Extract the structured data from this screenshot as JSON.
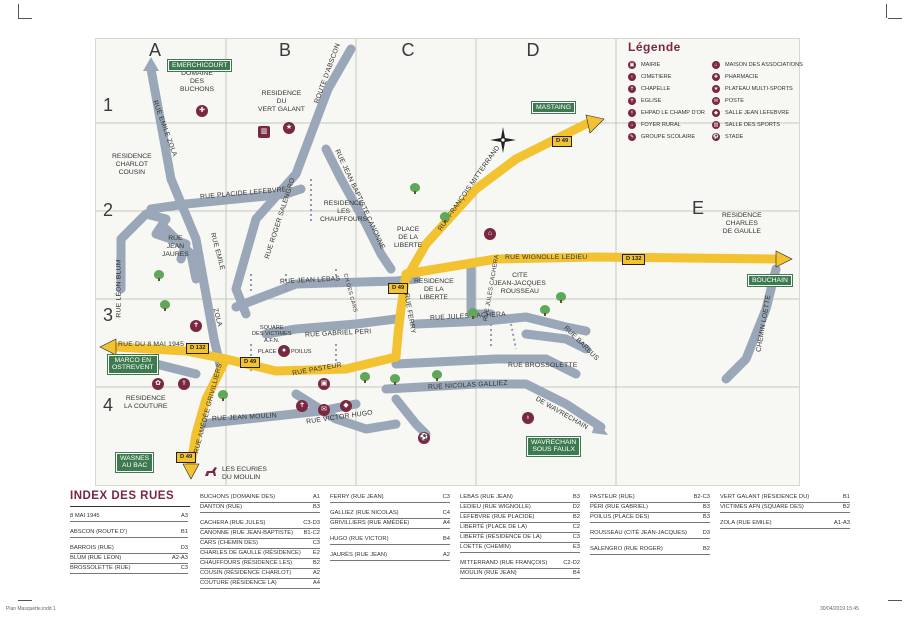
{
  "columns": [
    "A",
    "B",
    "C",
    "D"
  ],
  "rows": [
    "1",
    "2",
    "3",
    "4"
  ],
  "zone_e": "E",
  "streets": {
    "route_abscon": "Route d'Abscon",
    "emile_zola_top": "Rue Emile Zola",
    "emile_zola_mid": "Rue Emile",
    "zola": "Zola",
    "placide_lefebvre": "Rue Placide Lefebvre",
    "roger_salengro": "Rue Roger Salengro",
    "jean_baptiste_canonne": "Rue Jean Baptiste Canonne",
    "francois_mitterrand": "Rue François Mitterrand",
    "wignolle_ledieu": "Rue Wignolle Ledieu",
    "leon_blum": "Rue Léon Blum",
    "jean_lebas": "Rue Jean Lebas",
    "des_cars": "Ch des Cars",
    "ferry": "Rue Ferry",
    "jules_cachera_v": "Rue Jules Cachera",
    "jules_cachera_h": "Rue Jules Cachera",
    "gabriel_peri": "Rue Gabriel Peri",
    "barbus": "Rue Barbus",
    "du_8_mai": "Rue du 8 Mai 1945",
    "pasteur": "Rue Pasteur",
    "brossolette": "Rue Brossolette",
    "amedee_grivilliers": "Rue Amédée Grivilliers",
    "nicolas_galliez": "Rue Nicolas Galliez",
    "de_wavrechain": "de Wavrechain",
    "jean_moulin": "Rue Jean Moulin",
    "victor_hugo": "Rue Victor Hugo",
    "loette": "Chemin Loette"
  },
  "places": {
    "buchons": [
      "Domaine",
      "des",
      "Buchons"
    ],
    "vert_galant": [
      "Residence",
      "du",
      "Vert Galant"
    ],
    "charlot_cousin": [
      "Residence",
      "Charlot",
      "Cousin"
    ],
    "jean_jaures": [
      "Rue",
      "Jean",
      "Jaures"
    ],
    "chauffours": [
      "Residence",
      "Les",
      "Chauffours"
    ],
    "place_liberte": [
      "Place",
      "de la",
      "Liberte"
    ],
    "res_liberte": [
      "Residence",
      "de la",
      "Liberte"
    ],
    "cite_rousseau": [
      "Cite",
      "Jean-Jacques",
      "Rousseau"
    ],
    "charles_de_gaulle": [
      "Residence",
      "Charles",
      "de Gaulle"
    ],
    "square_victimes": [
      "Square",
      "des Victimes",
      "A.F.N."
    ],
    "place_poilus": [
      "Place des Poilus"
    ],
    "couture": [
      "Residence",
      "La Couture"
    ],
    "ecuries": [
      "Les Ecuries",
      "du Moulin"
    ]
  },
  "signs": {
    "emerchicourt": "Emerchicourt",
    "mastaing": "Mastaing",
    "bouchain": "Bouchain",
    "marco": [
      "Marco en",
      "Ostrevent"
    ],
    "wasnes": [
      "Wasnes",
      "au Bac"
    ],
    "wavrechain": [
      "Wavrechain",
      "sous Faulx"
    ]
  },
  "road_badges": {
    "d49_ne": "D 49",
    "d132_e": "D 132",
    "d49_center": "D 49",
    "d132_w": "D 132",
    "d49_w": "D 49",
    "d49_s": "D 49"
  },
  "legend": {
    "title": "Légende",
    "col1": [
      "Mairie",
      "Cimetiere",
      "Chapelle",
      "Eglise",
      "EHPAD Le Champ d'Or",
      "Foyer Rural",
      "Groupe Scolaire"
    ],
    "col2": [
      "Maison des associations",
      "Pharmacie",
      "Plateau multi-sports",
      "Poste",
      "Salle Jean Lefebvre",
      "Salle des sports",
      "Stade"
    ]
  },
  "index": {
    "title": "Index des rues",
    "columns": [
      [
        {
          "name": "8 Mai 1945",
          "ref": "A3"
        },
        {
          "gap": true
        },
        {
          "name": "Abscon (Route d')",
          "ref": "B1"
        },
        {
          "gap": true
        },
        {
          "name": "Barrois (Rue)",
          "ref": "D3"
        },
        {
          "name": "Blum (Rue Léon)",
          "ref": "A2-A3"
        },
        {
          "name": "Brossolette (Rue)",
          "ref": "C3"
        }
      ],
      [
        {
          "name": "Buchons (Domaine des)",
          "ref": "A1"
        },
        {
          "name": "Danton (Rue)",
          "ref": "B3"
        },
        {
          "gap": true
        },
        {
          "name": "Cachera (Rue Jules)",
          "ref": "C3-D3"
        },
        {
          "name": "Canonne (Rue Jean-Baptiste)",
          "ref": "B1-C2"
        },
        {
          "name": "Cars (Chemin des)",
          "ref": "C3"
        },
        {
          "name": "Charles de Gaulle (Résidence)",
          "ref": "E2"
        },
        {
          "name": "Chauffours (Résidence Les)",
          "ref": "B2"
        },
        {
          "name": "Cousin (Résidence Charlot)",
          "ref": "A2"
        },
        {
          "name": "Couture (Résidence La)",
          "ref": "A4"
        }
      ],
      [
        {
          "name": "Ferry (Rue Jean)",
          "ref": "C3"
        },
        {
          "gap": true
        },
        {
          "name": "Galliez (Rue Nicolas)",
          "ref": "C4"
        },
        {
          "name": "Grivilliers (Rue Amédée)",
          "ref": "A4"
        },
        {
          "gap": true
        },
        {
          "name": "Hugo (Rue Victor)",
          "ref": "B4"
        },
        {
          "gap": true
        },
        {
          "name": "Jaurès (Rue Jean)",
          "ref": "A2"
        }
      ],
      [
        {
          "name": "Lebas (Rue Jean)",
          "ref": "B3"
        },
        {
          "name": "Ledieu (Rue Wignolle)",
          "ref": "D2"
        },
        {
          "name": "Lefebvre (Rue Placide)",
          "ref": "B2"
        },
        {
          "name": "Liberté (Place de la)",
          "ref": "C2"
        },
        {
          "name": "Liberté (Résidence de la)",
          "ref": "C3"
        },
        {
          "name": "Loette (Chemin)",
          "ref": "E3"
        },
        {
          "gap": true
        },
        {
          "name": "Mitterrand (Rue François)",
          "ref": "C2-D2"
        },
        {
          "name": "Moulin (Rue Jean)",
          "ref": "B4"
        }
      ],
      [
        {
          "name": "Pasteur (Rue)",
          "ref": "B2-C3"
        },
        {
          "name": "Péri (Rue Gabriel)",
          "ref": "B3"
        },
        {
          "name": "Poilus (Place des)",
          "ref": "B3"
        },
        {
          "gap": true
        },
        {
          "name": "Rousseau (Cité Jean-Jacques)",
          "ref": "D3"
        },
        {
          "gap": true
        },
        {
          "name": "Salengro (Rue Roger)",
          "ref": "B2"
        }
      ],
      [
        {
          "name": "Vert Galant (Résidence du)",
          "ref": "B1"
        },
        {
          "name": "Victimes AFN (Square des)",
          "ref": "B2"
        },
        {
          "gap": true
        },
        {
          "name": "Zola (Rue Emile)",
          "ref": "A1-A3"
        }
      ]
    ]
  },
  "footer": {
    "left": "Plan Masquette.indd 1",
    "right": "30/04/2019 15:45"
  },
  "colors": {
    "accent": "#7a2741",
    "main_road": "#f2c230",
    "sign_green": "#3e7a4f",
    "street": "#9aa7b8"
  }
}
